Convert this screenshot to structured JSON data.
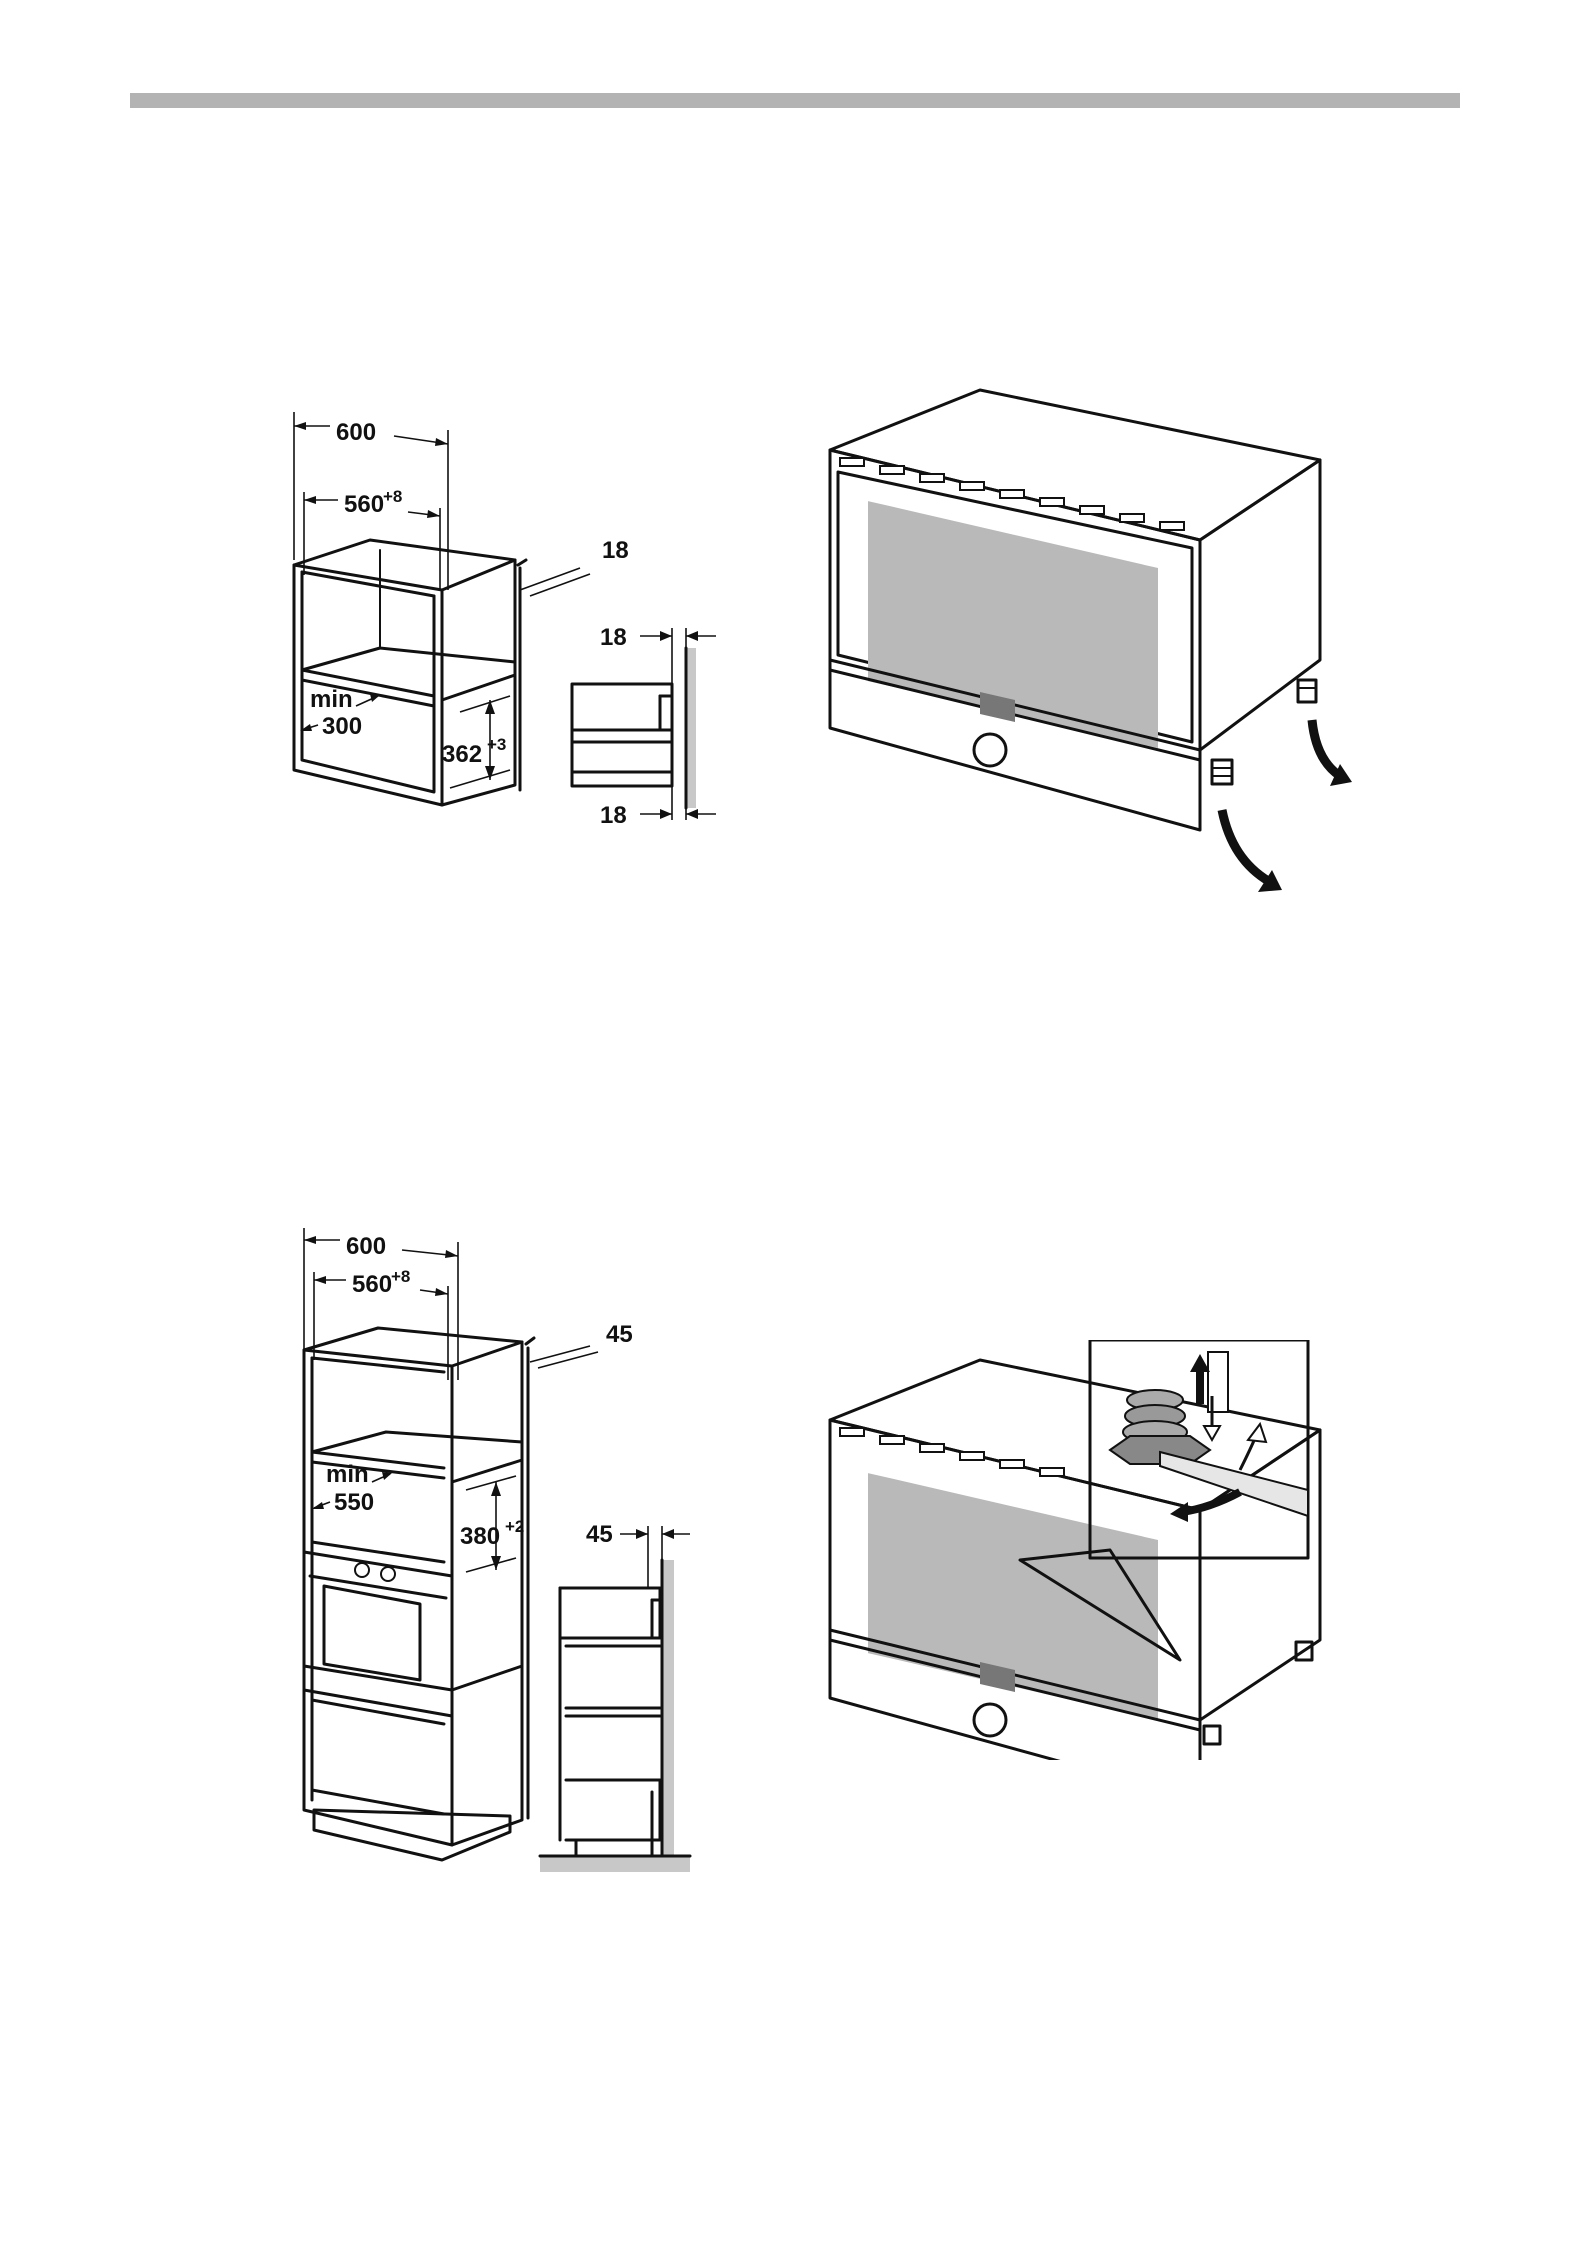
{
  "colors": {
    "header_bar": "#b3b3b3",
    "appliance_panel": "#f2f2f2",
    "window_fill": "#b9b9b9",
    "wall_fill": "#c8c8c8",
    "ink": "#111111"
  },
  "fig1": {
    "dim_width": "600",
    "dim_inner": "560",
    "dim_inner_tol": "+8",
    "dim_panel": "18",
    "label_min": "min",
    "dim_min": "300",
    "dim_height": "362",
    "dim_height_tol": "+3",
    "dim_side_top": "18",
    "dim_side_bottom": "18"
  },
  "fig2": {
    "arrow_icon": "curved-arrow-icon"
  },
  "fig3": {
    "dim_width": "600",
    "dim_inner": "560",
    "dim_inner_tol": "+8",
    "dim_panel": "45",
    "label_min": "min",
    "dim_min": "550",
    "dim_height": "380",
    "dim_height_tol": "+2",
    "dim_side": "45"
  },
  "fig4": {
    "arrow_icon": "adjust-arrow-icon"
  }
}
